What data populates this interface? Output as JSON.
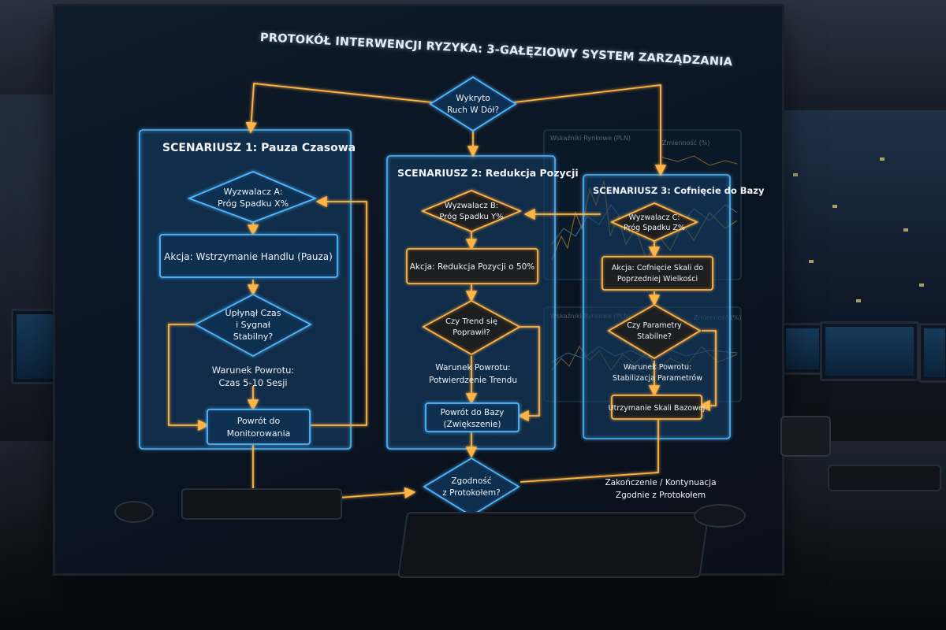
{
  "title": "PROTOKÓŁ INTERWENCJI RYZYKA: 3-GAŁĘZIOWY SYSTEM ZARZĄDZANIA",
  "top_decision": [
    "Wykryto",
    "Ruch W Dół?"
  ],
  "scenario1": {
    "title": "SCENARIUSZ 1: Pauza Czasowa",
    "trigger": [
      "Wyzwalacz A:",
      "Próg Spadku X%"
    ],
    "action": "Akcja: Wstrzymanie Handlu (Pauza)",
    "check": [
      "Upłynął Czas",
      "i Sygnał",
      "Stabilny?"
    ],
    "return_condition": [
      "Warunek Powrotu:",
      "Czas 5-10 Sesji"
    ],
    "end": [
      "Powrót do",
      "Monitorowania"
    ]
  },
  "scenario2": {
    "title": "SCENARIUSZ 2: Redukcja Pozycji",
    "trigger": [
      "Wyzwalacz B:",
      "Próg Spadku Y%"
    ],
    "action": "Akcja: Redukcja Pozycji o 50%",
    "check": [
      "Czy Trend się",
      "Poprawił?"
    ],
    "return_condition": [
      "Warunek Powrotu:",
      "Potwierdzenie Trendu"
    ],
    "end": [
      "Powrót do Bazy",
      "(Zwiększenie)"
    ]
  },
  "scenario3": {
    "title": "SCENARIUSZ 3: Cofnięcie do Bazy",
    "trigger": [
      "Wyzwalacz C:",
      "Próg Spadku Z%"
    ],
    "action": [
      "Akcja: Cofnięcie Skali do",
      "Poprzedniej Wielkości"
    ],
    "check": [
      "Czy Parametry",
      "Stabilne?"
    ],
    "return_condition": [
      "Warunek Powrotu:",
      "Stabilizacja Parametrów"
    ],
    "end": "Utrzymanie Skali Bazowej"
  },
  "bottom_decision": [
    "Zgodność",
    "z Protokołem?"
  ],
  "final_note": [
    "Zakończenie / Kontynuacja",
    "Zgodnie z Protokołem"
  ],
  "chart_labels": {
    "market": "Wskaźniki Rynkowe (PLN)",
    "volatility": "Zmienność (%)"
  },
  "colors": {
    "blue_glow": "#4fb8ff",
    "orange_glow": "#ffb547",
    "panel_fill": "#0f2a44",
    "text": "#eef3f9"
  }
}
